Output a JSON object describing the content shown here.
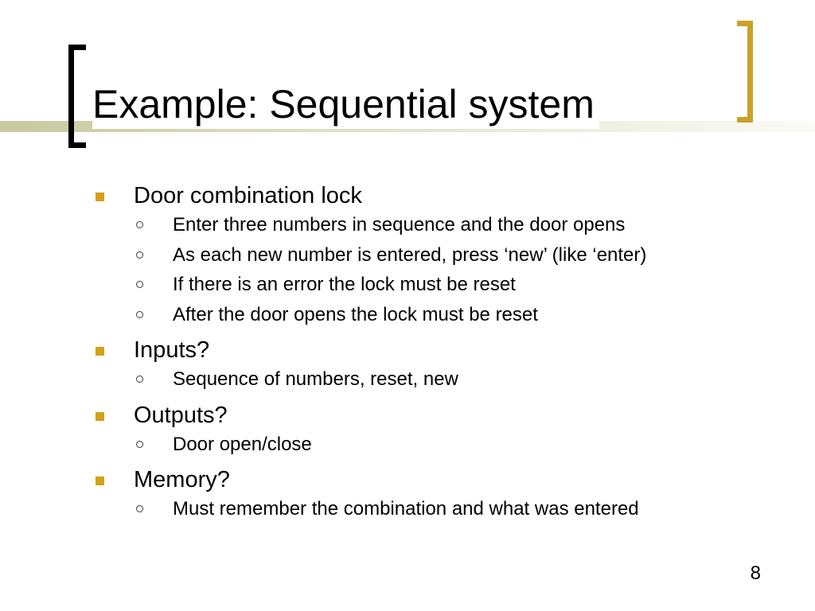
{
  "slide": {
    "title": "Example: Sequential system",
    "page_number": "8",
    "accent_color": "#c9a227",
    "bullet_color": "#d4a017",
    "bullets": [
      {
        "text": "Door combination lock",
        "sub": [
          "Enter three numbers in sequence and the door opens",
          "As each new number is entered, press ‘new’ (like ‘enter)",
          "If there is an error the lock must be reset",
          "After the door opens the lock must be reset"
        ]
      },
      {
        "text": "Inputs?",
        "sub": [
          "Sequence of numbers, reset, new"
        ]
      },
      {
        "text": "Outputs?",
        "sub": [
          "Door open/close"
        ]
      },
      {
        "text": "Memory?",
        "sub": [
          "Must remember the combination and what was entered"
        ]
      }
    ]
  }
}
